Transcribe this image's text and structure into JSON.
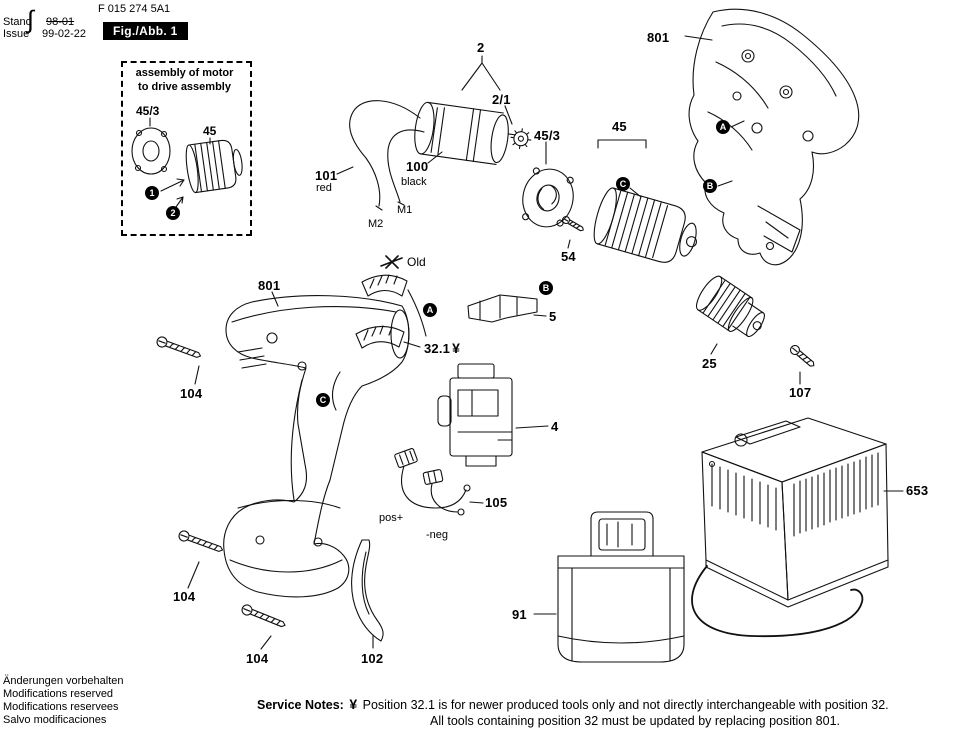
{
  "doc": {
    "part_number": "F 015 274 5A1",
    "stand_label": "Stand",
    "stand_value": "98-01",
    "issue_label": "Issue",
    "issue_value": "99-02-22",
    "brace": "∫",
    "fig_badge": "Fig./Abb. 1"
  },
  "inset": {
    "title_line1": "assembly of motor",
    "title_line2": "to drive assembly",
    "label_45_3": "45/3",
    "label_45": "45",
    "step_1": "1",
    "step_2": "2"
  },
  "markers": {
    "a": "A",
    "b": "B",
    "c": "C"
  },
  "callouts": {
    "motor": "2",
    "pinion": "2/1",
    "housing_top": "801",
    "housing_left": "801",
    "mount": "45/3",
    "gearbox": "45",
    "screw_54": "54",
    "old_label": "Old",
    "part_5": "5",
    "pos_32_1": "32.1",
    "screw_104": "104",
    "switch": "4",
    "wires_105": "105",
    "pos_plus": "pos+",
    "neg": "-neg",
    "foot": "102",
    "battery": "91",
    "chuck": "25",
    "screw_107": "107",
    "charger": "653",
    "wire_101": "101",
    "wire_101_color": "red",
    "motor_100": "100",
    "motor_100_color": "black",
    "m1": "M1",
    "m2": "M2"
  },
  "service": {
    "label": "Service Notes:",
    "marker": "¥",
    "note1": "Position 32.1 is for newer produced tools only and not directly interchangeable with position 32.",
    "note2": "All tools containing position 32 must be updated by replacing position 801."
  },
  "footer": {
    "lines": [
      "Änderungen vorbehalten",
      "Modifications reserved",
      "Modifications reservees",
      "Salvo modificaciones"
    ]
  }
}
